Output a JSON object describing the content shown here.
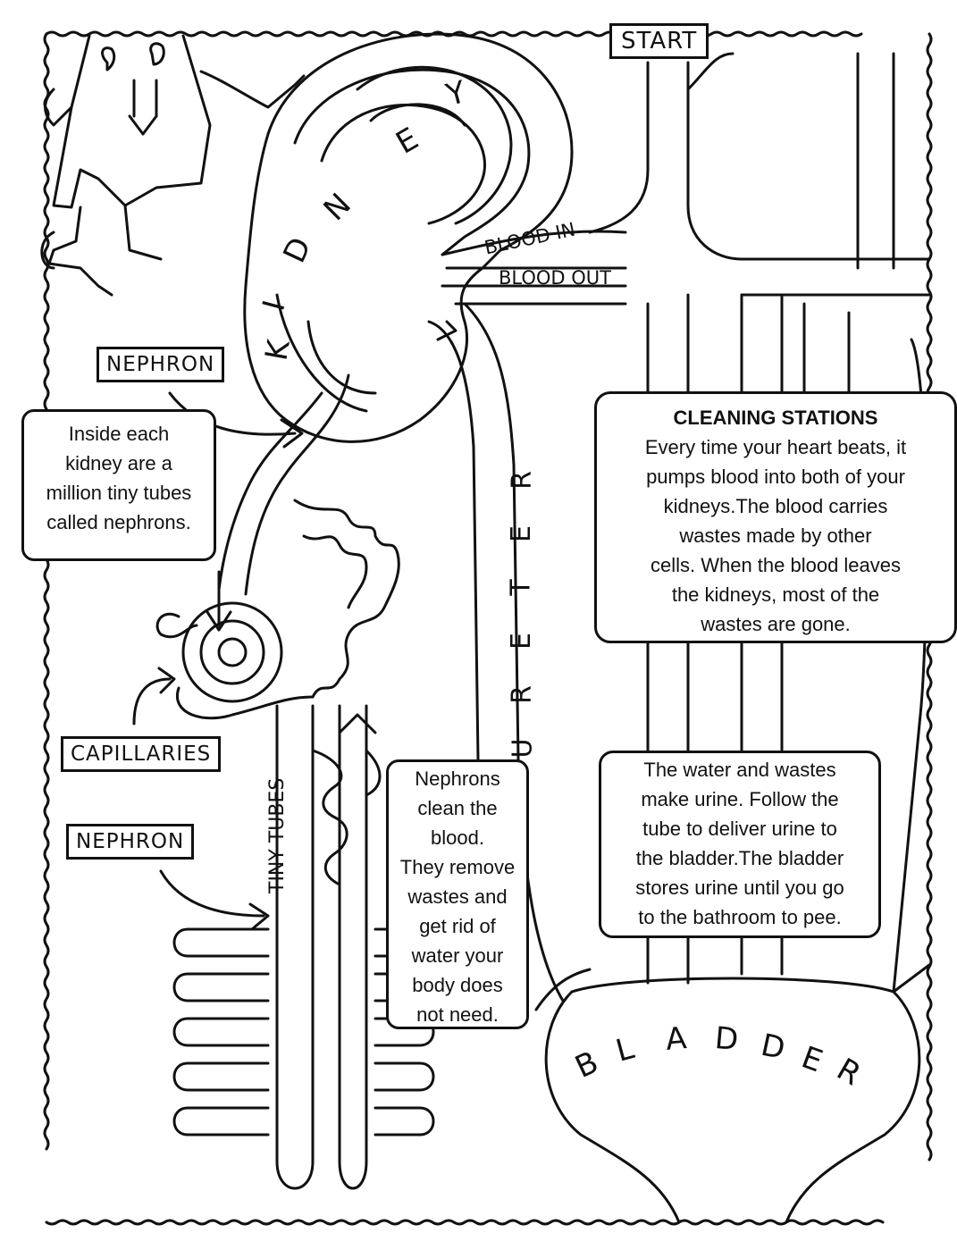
{
  "start_label": "START",
  "kidney_letters": [
    "K",
    "I",
    "D",
    "N",
    "E",
    "Y"
  ],
  "blood_in": "BLOOD IN",
  "blood_out": "BLOOD OUT",
  "nephron_label_top": "NEPHRON",
  "nephron_label_bottom": "NEPHRON",
  "capillaries_label": "CAPILLARIES",
  "tiny_tubes_label": "TINY TUBES",
  "ureter_letters": [
    "U",
    "R",
    "E",
    "T",
    "E",
    "R"
  ],
  "bladder_letters": [
    "B",
    "L",
    "A",
    "D",
    "D",
    "E",
    "R"
  ],
  "boxes": {
    "nephron_info": [
      "Inside each",
      "kidney are a",
      "million tiny tubes",
      "called nephrons."
    ],
    "cleaning": {
      "title": "CLEANING STATIONS",
      "lines": [
        "Every time your heart beats, it",
        "pumps blood into both of your",
        "kidneys.The blood carries",
        "wastes made by other",
        "cells. When the blood leaves",
        "the kidneys, most of the",
        "wastes are gone."
      ]
    },
    "clean_blood": [
      "Nephrons",
      "clean the",
      "blood.",
      "They remove",
      "wastes and",
      "get rid of",
      "water your",
      "body does",
      "not need."
    ],
    "urine": [
      "The water and wastes",
      "make urine. Follow the",
      "tube to deliver urine to",
      "the bladder.The bladder",
      "stores urine until you go",
      "to the bathroom to pee."
    ]
  }
}
